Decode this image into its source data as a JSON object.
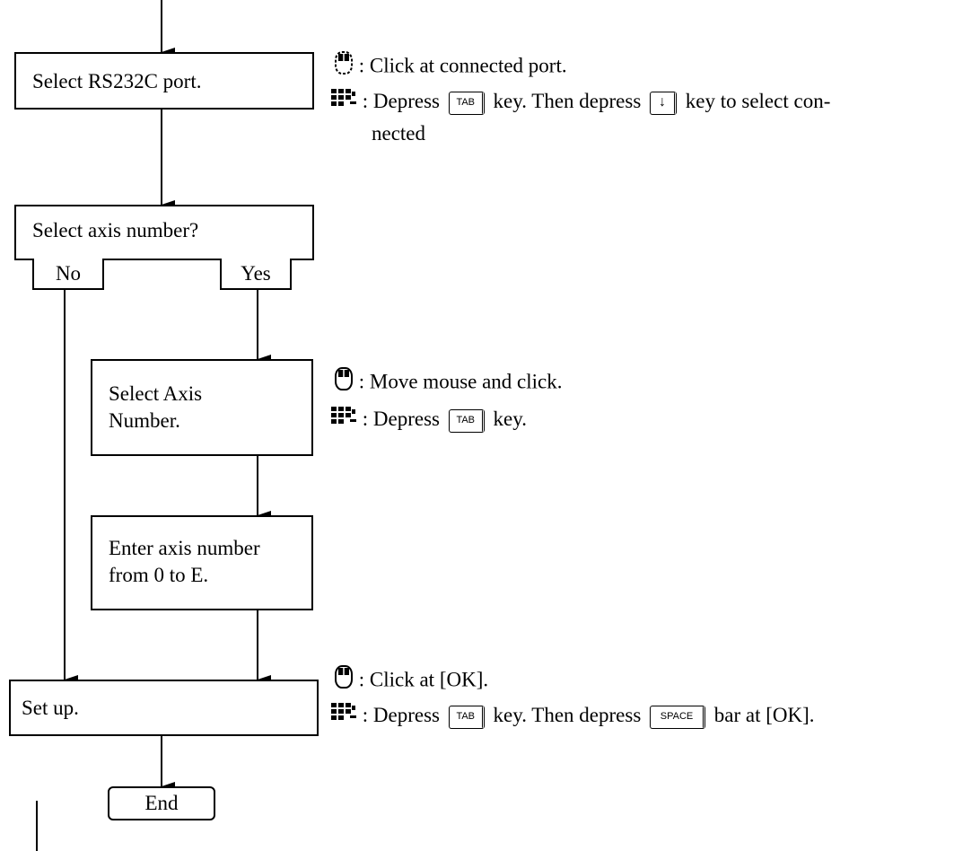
{
  "flowchart": {
    "steps": {
      "select_port": "Select RS232C port.",
      "select_axis_q": "Select axis number?",
      "no": "No",
      "yes": "Yes",
      "select_axis_line1": "Select Axis",
      "select_axis_line2": "Number.",
      "enter_axis_line1": "Enter axis number",
      "enter_axis_line2": "from 0 to E.",
      "set_up": "Set up.",
      "end": "End"
    }
  },
  "notes": {
    "port": {
      "mouse_text": ": Click at connected port.",
      "kb_prefix": ": Depress",
      "key1": "TAB",
      "kb_mid": "key.  Then depress",
      "key2": "↓",
      "kb_suffix": "key to select con-",
      "kb_cont": "nected"
    },
    "axis": {
      "mouse_text": ": Move mouse and click.",
      "kb_prefix": ": Depress",
      "key1": "TAB",
      "kb_suffix": "key."
    },
    "setup": {
      "mouse_text": ": Click at [OK].",
      "kb_prefix": ": Depress",
      "key1": "TAB",
      "kb_mid": "key.  Then depress",
      "key2": "SPACE",
      "kb_suffix": "bar at [OK]."
    }
  },
  "icons": {
    "mouse": "mouse-icon",
    "keyboard": "keyboard-icon"
  }
}
